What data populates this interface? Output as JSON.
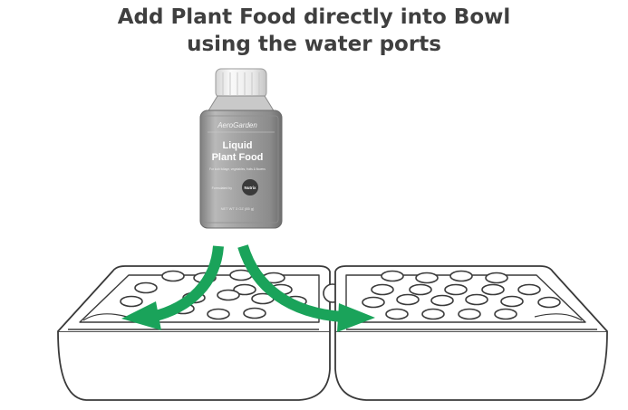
{
  "heading": {
    "line1": "Add Plant Food directly into Bowl",
    "line2": "using the water ports"
  },
  "bottle": {
    "brand": "AeroGarden",
    "product_line1": "Liquid",
    "product_line2": "Plant Food",
    "fine_print": "For lush foliage, vegetables, fruits & flowers",
    "partner_prefix": "Formulated by",
    "partner": "Nutrix",
    "net_weight": "NET WT 3 OZ (85 g)"
  },
  "colors": {
    "arrow": "#1aa35a",
    "outline": "#3a3a3a",
    "title": "#3f3f3f",
    "bottle_body": "#9a9a9a",
    "bottle_cap": "#ededed"
  }
}
